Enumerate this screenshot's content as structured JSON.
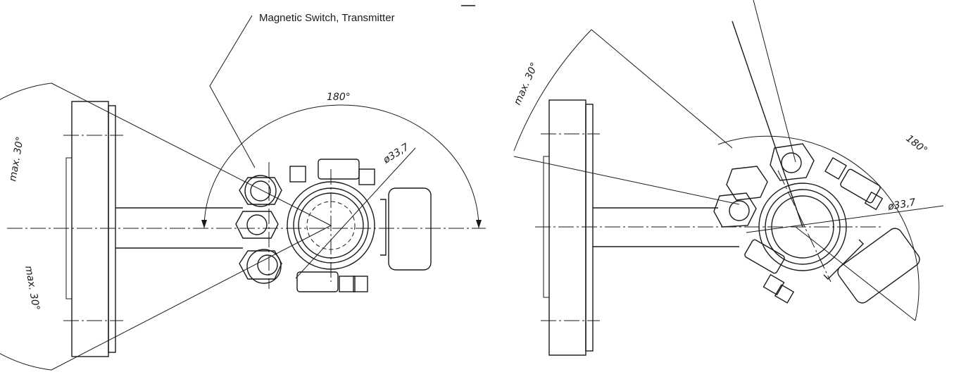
{
  "callout": {
    "label": "Magnetic Switch, Transmitter"
  },
  "left_view": {
    "angle_top": "max. 30°",
    "angle_bottom": "max. 30°",
    "angle_arc": "180°",
    "diameter": "ø33,7"
  },
  "right_view": {
    "angle_top": "max. 30°",
    "angle_arc": "180°",
    "diameter": "ø33,7"
  }
}
